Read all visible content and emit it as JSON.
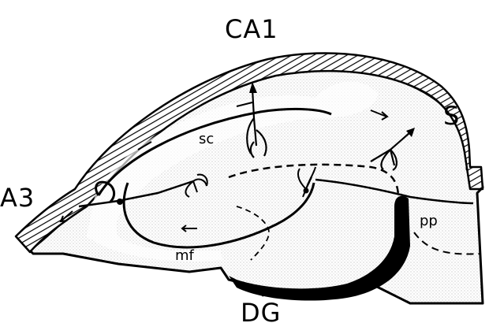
{
  "labels": {
    "ca1": "CA1",
    "ca3": "A3",
    "s": "S",
    "dg": "DG",
    "sc": "sc",
    "mf": "mf",
    "pp": "pp"
  },
  "colors": {
    "ink": "#000000",
    "stipple": "#c8c8c8",
    "background": "#ffffff"
  }
}
